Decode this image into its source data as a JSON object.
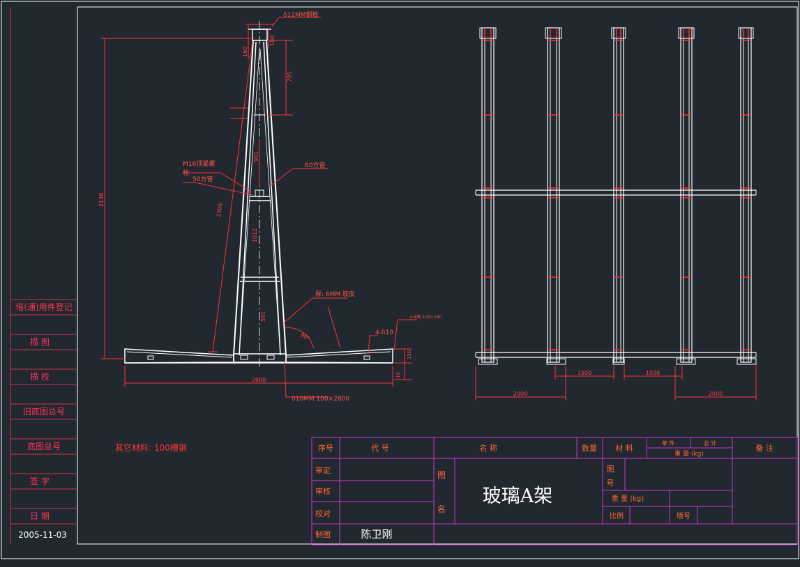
{
  "colors": {
    "background": "#212830",
    "border": "#ffffff",
    "dimension": "#ff3333",
    "table": "#cc33cc",
    "text_white": "#ffffff",
    "label": "#ff6633"
  },
  "left_strip": {
    "items": [
      "借(通)用件登记",
      "描  图",
      "描  校",
      "旧底图总号",
      "底图总号",
      "签  字",
      "日  期"
    ],
    "date": "2005-11-03"
  },
  "a_frame": {
    "top_plate": "δ12MM钢板",
    "dims": {
      "top_160": "160",
      "top_100": "100",
      "d_795": "795",
      "d_2136": "2136",
      "d_2306": "2306",
      "d_901": "901",
      "d_1012": "1012",
      "d_591": "591",
      "width_2800": "2800",
      "d_150": "150",
      "d_10": "10"
    },
    "labels": {
      "bolt": "M16顶紧螺",
      "bolt2": "栓",
      "tube50": "50方管",
      "tube60": "60方管",
      "rubber": "厚: 6MM 胶皮",
      "angle": "90°",
      "holes": "4-δ10",
      "base_plate": "δ10MM 100×2800",
      "right_plate": "δ-8钢 100×160"
    }
  },
  "plan_view": {
    "dims": {
      "left_2000": "2000",
      "mid_1500a": "1500",
      "mid_1500b": "1500",
      "right_2000": "2000"
    }
  },
  "other_materials": "其它材料: 100槽钢",
  "title_block": {
    "headers": {
      "seq": "序号",
      "code": "代  号",
      "name": "名  称",
      "qty": "数量",
      "material": "材 料",
      "unit": "单 件",
      "total": "总 计",
      "weight_kg": "重 量 (kg)",
      "remark": "备 注"
    },
    "rows": {
      "approve": "审定",
      "check": "审核",
      "proof": "校对",
      "draw": "制图",
      "drawer": "陈卫刚"
    },
    "drawing_name_label_1": "图",
    "drawing_name_label_2": "名",
    "drawing_title": "玻璃A架",
    "drawing_no_label_1": "图",
    "drawing_no_label_2": "号",
    "weight": "重 量 (kg)",
    "scale": "比例",
    "version": "版号"
  }
}
